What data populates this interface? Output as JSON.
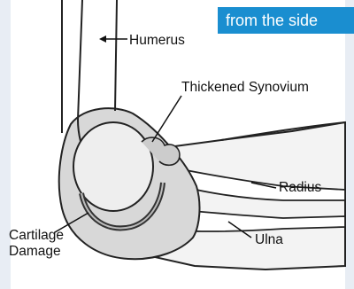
{
  "banner": {
    "text": "from the side",
    "color": "#1a8ed0"
  },
  "labels": {
    "humerus": "Humerus",
    "synovium": "Thickened Synovium",
    "radius": "Radius",
    "ulna": "Ulna",
    "cartilage_line1": "Cartilage",
    "cartilage_line2": "Damage"
  }
}
